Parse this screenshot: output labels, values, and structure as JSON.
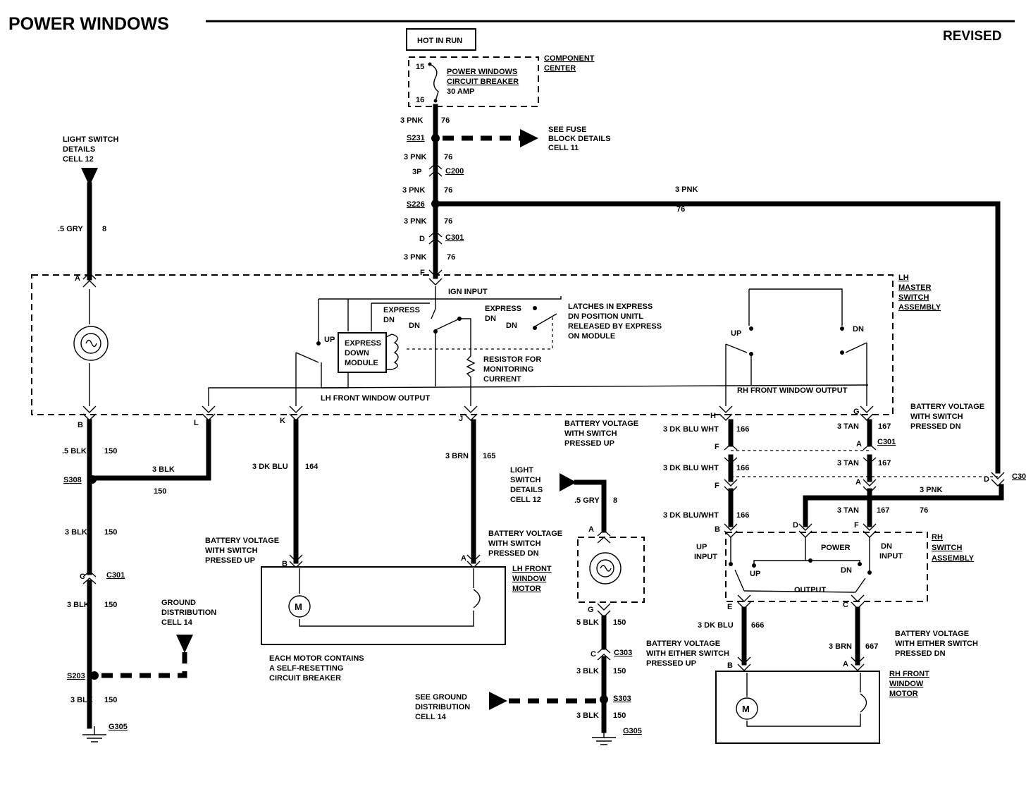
{
  "title": "POWER WINDOWS",
  "revised": "REVISED",
  "power_source": {
    "hot_in_run": "HOT IN RUN",
    "breaker_pin_in": "15",
    "breaker_pin_out": "16",
    "breaker_name_1": "POWER WINDOWS",
    "breaker_name_2": "CIRCUIT BREAKER",
    "breaker_rating": "30 AMP",
    "component_center_1": "COMPONENT",
    "component_center_2": "CENTER"
  },
  "feed": {
    "wire_pnk": "3 PNK",
    "circuit_76": "76",
    "splice_s231": "S231",
    "see_fuse_1": "SEE FUSE",
    "see_fuse_2": "BLOCK DETAILS",
    "see_fuse_3": "CELL 11",
    "pin_3p": "3P",
    "conn_c200": "C200",
    "splice_s226": "S226",
    "pin_d": "D",
    "conn_c301": "C301",
    "pin_f": "F",
    "ign_input": "IGN INPUT"
  },
  "light_switch_left": {
    "line1": "LIGHT SWITCH",
    "line2": "DETAILS",
    "line3": "CELL 12",
    "wire": ".5 GRY",
    "circuit": "8",
    "pin_a": "A"
  },
  "lh_master": {
    "name_1": "LH",
    "name_2": "MASTER",
    "name_3": "SWITCH",
    "name_4": "ASSEMBLY",
    "express_dn_left_1": "EXPRESS",
    "express_dn_left_2": "DN",
    "dn_left": "DN",
    "express_dn_right_1": "EXPRESS",
    "express_dn_right_2": "DN",
    "dn_right": "DN",
    "latches_1": "LATCHES IN EXPRESS",
    "latches_2": "DN POSITION UNITL",
    "latches_3": "RELEASED BY EXPRESS",
    "latches_4": "ON MODULE",
    "up_left": "UP",
    "module_1": "EXPRESS",
    "module_2": "DOWN",
    "module_3": "MODULE",
    "resistor_1": "RESISTOR FOR",
    "resistor_2": "MONITORING",
    "resistor_3": "CURRENT",
    "lh_output": "LH FRONT WINDOW OUTPUT",
    "up_right": "UP",
    "dn_rh": "DN",
    "rh_output": "RH FRONT WINDOW OUTPUT",
    "pin_b": "B",
    "pin_l": "L",
    "pin_k": "K",
    "pin_j": "J",
    "pin_h": "H",
    "pin_g": "G"
  },
  "left_ground": {
    "wire_5blk": ".5 BLK",
    "wire_3blk": "3 BLK",
    "circuit_150": "150",
    "splice_s308": "S308",
    "pin_c": "C",
    "conn_c301": "C301",
    "splice_s203": "S203",
    "ground_g305": "G305",
    "ground_dist_1": "GROUND",
    "ground_dist_2": "DISTRIBUTION",
    "ground_dist_3": "CELL 14"
  },
  "lh_motor": {
    "wire_dkblu": "3 DK BLU",
    "circuit_164": "164",
    "wire_brn": "3 BRN",
    "circuit_165": "165",
    "batt_up_1": "BATTERY VOLTAGE",
    "batt_up_2": "WITH SWITCH",
    "batt_up_3": "PRESSED UP",
    "batt_dn_1": "BATTERY VOLTAGE",
    "batt_dn_2": "WITH SWITCH",
    "batt_dn_3": "PRESSED DN",
    "pin_b": "B",
    "pin_a": "A",
    "motor_symbol": "M",
    "name_1": "LH FRONT",
    "name_2": "WINDOW",
    "name_3": "MOTOR",
    "note_1": "EACH MOTOR CONTAINS",
    "note_2": "A SELF-RESETTING",
    "note_3": "CIRCUIT BREAKER"
  },
  "center": {
    "batt_up_1": "BATTERY VOLTAGE",
    "batt_up_2": "WITH SWITCH",
    "batt_up_3": "PRESSED UP",
    "light_1": "LIGHT",
    "light_2": "SWITCH",
    "light_3": "DETAILS",
    "light_4": "CELL 12",
    "wire_gry": ".5 GRY",
    "circuit_8": "8",
    "pin_a": "A",
    "pin_g": "G",
    "wire_5blk": "5 BLK",
    "wire_3blk": "3 BLK",
    "circuit_150": "150",
    "pin_c": "C",
    "conn_c303": "C303",
    "splice_s303": "S303",
    "ground_g305": "G305",
    "see_ground_1": "SEE GROUND",
    "see_ground_2": "DISTRIBUTION",
    "see_ground_3": "CELL 14"
  },
  "rh_feed": {
    "wire_dkbluwht": "3 DK BLU WHT",
    "wire_dkbluwht_slash": "3 DK BLU/WHT",
    "circuit_166": "166",
    "wire_tan": "3 TAN",
    "circuit_167": "167",
    "pin_f": "F",
    "pin_a": "A",
    "pin_b": "B",
    "pin_d": "D",
    "conn_c301": "C301",
    "conn_c30": "C30",
    "wire_pnk": "3 PNK",
    "circuit_76": "76",
    "batt_dn_1": "BATTERY VOLTAGE",
    "batt_dn_2": "WITH SWITCH",
    "batt_dn_3": "PRESSED DN"
  },
  "rh_switch": {
    "name_1": "RH",
    "name_2": "SWITCH",
    "name_3": "ASSEMBLY",
    "up_input_1": "UP",
    "up_input_2": "INPUT",
    "power": "POWER",
    "dn_input_1": "DN",
    "dn_input_2": "INPUT",
    "up": "UP",
    "dn": "DN",
    "output": "OUTPUT",
    "pin_e": "E",
    "pin_c": "C"
  },
  "rh_motor": {
    "wire_dkblu": "3 DK BLU",
    "circuit_666": "666",
    "wire_brn": "3 BRN",
    "circuit_667": "667",
    "batt_either_up_1": "BATTERY VOLTAGE",
    "batt_either_up_2": "WITH EITHER SWITCH",
    "batt_either_up_3": "PRESSED UP",
    "batt_either_dn_1": "BATTERY VOLTAGE",
    "batt_either_dn_2": "WITH EITHER SWITCH",
    "batt_either_dn_3": "PRESSED DN",
    "pin_b": "B",
    "pin_a": "A",
    "motor_symbol": "M",
    "name_1": "RH FRONT",
    "name_2": "WINDOW",
    "name_3": "MOTOR"
  }
}
